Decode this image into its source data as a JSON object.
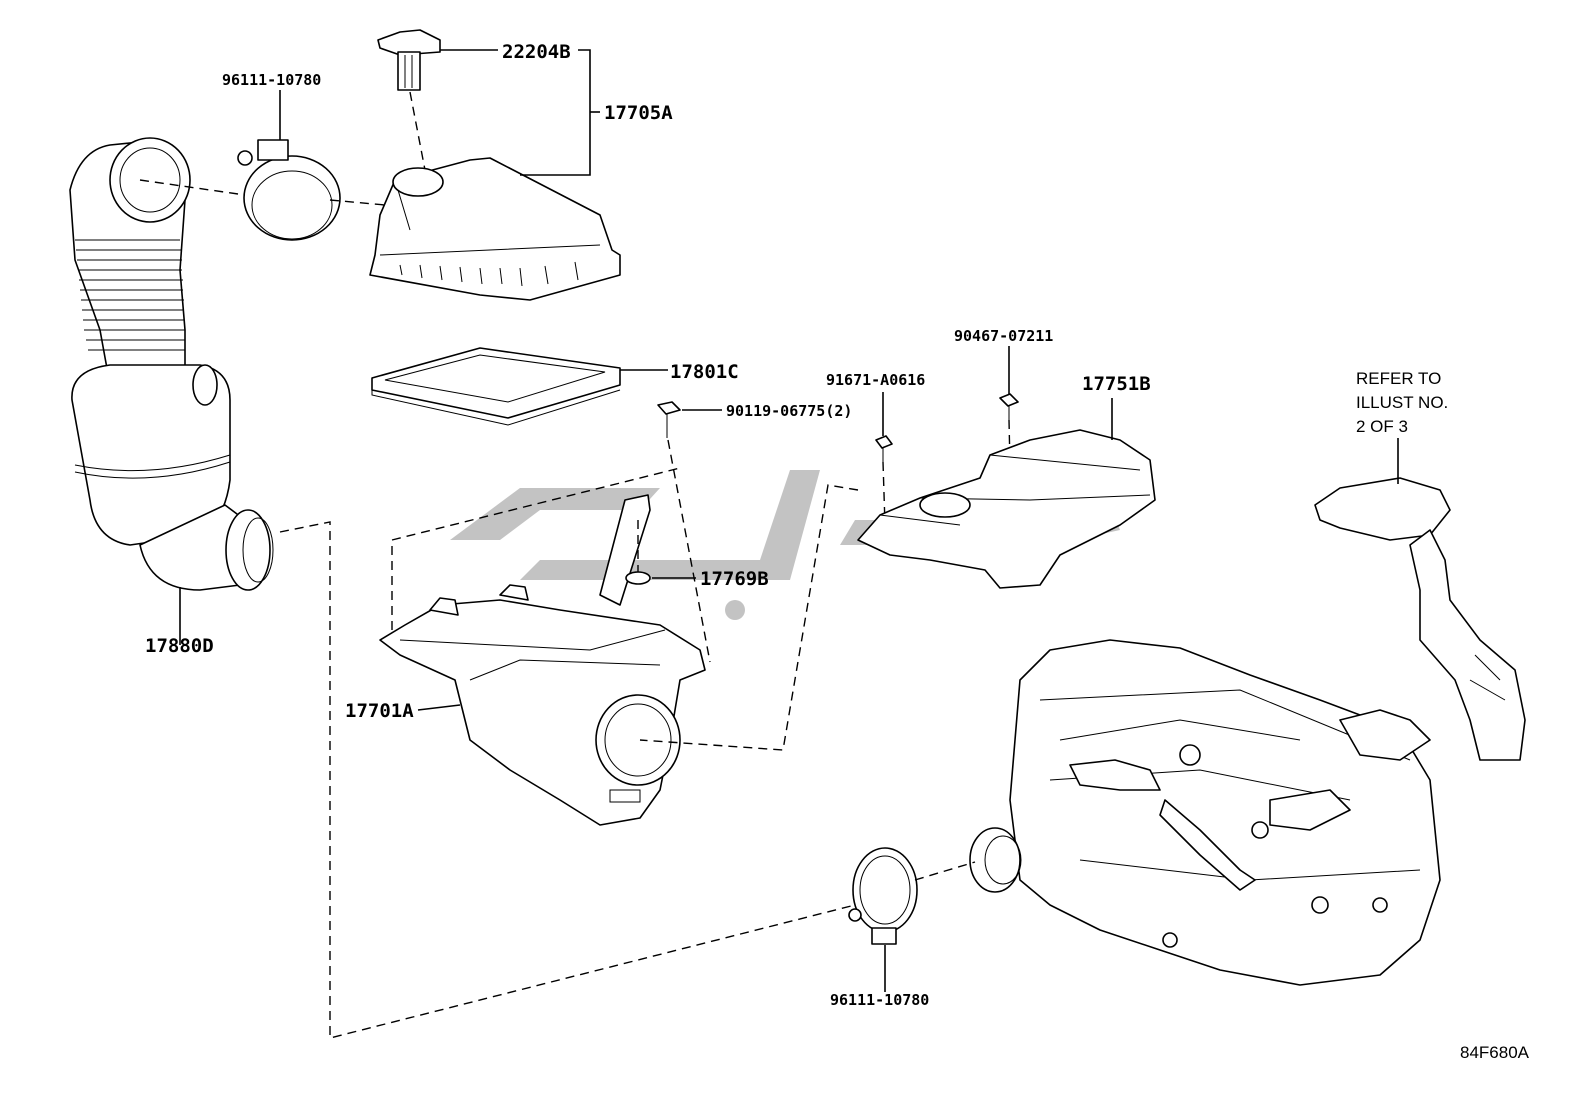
{
  "diagram": {
    "callouts": {
      "p22204B": "22204B",
      "p17705A": "17705A",
      "p96111_top": "96111-10780",
      "p17801C": "17801C",
      "p90119": "90119-06775(2)",
      "p90467": "90467-07211",
      "p91671": "91671-A0616",
      "p17751B": "17751B",
      "p17769B": "17769B",
      "p17880D": "17880D",
      "p17701A": "17701A",
      "p96111_bottom": "96111-10780"
    },
    "refer_note": {
      "line1": "REFER TO",
      "line2": "ILLUST NO.",
      "line3": "2 OF 3"
    },
    "illustration_code": "84F680A",
    "colors": {
      "line": "#000000",
      "background": "#ffffff",
      "watermark": "#b8b8b8"
    }
  }
}
